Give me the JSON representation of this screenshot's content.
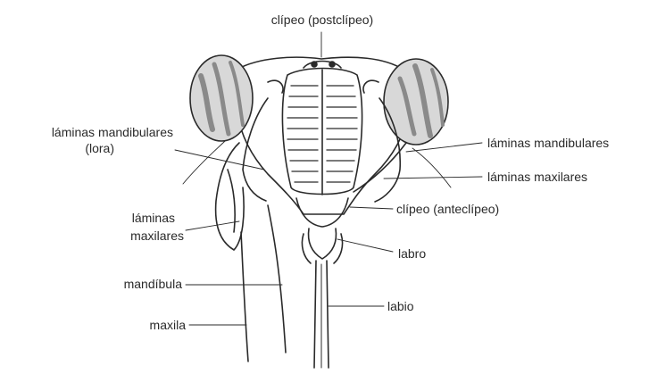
{
  "labels": {
    "postclypeus": "clípeo (postclípeo)",
    "lora_line1": "láminas mandibulares",
    "lora_line2": "(lora)",
    "mandibular_plates_right": "láminas mandibulares",
    "maxillary_plates_right": "láminas maxilares",
    "anteclypeus": "clípeo (anteclípeo)",
    "maxillary_plates_left_line1": "láminas",
    "maxillary_plates_left_line2": "maxilares",
    "labrum": "labro",
    "mandible": "mandíbula",
    "labium": "labio",
    "maxilla": "maxila"
  },
  "colors": {
    "ink": "#2a2a2a",
    "background": "#ffffff",
    "eye_fill": "#8a8a8a"
  }
}
